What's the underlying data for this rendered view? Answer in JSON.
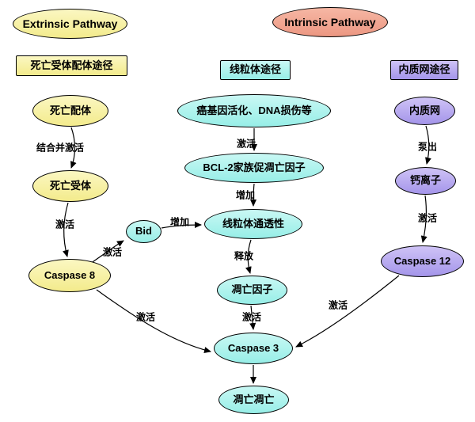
{
  "headers": {
    "extrinsic": "Extrinsic Pathway",
    "intrinsic": "Intrinsic Pathway"
  },
  "branch_titles": {
    "death_receptor_ligand": "死亡受体配体途径",
    "mitochondrial": "线粒体途径",
    "endoplasmic_reticulum": "内质网途径"
  },
  "nodes": {
    "death_ligand": "死亡配体",
    "death_receptor": "死亡受体",
    "caspase_8": "Caspase 8",
    "oncogene_dna_damage": "癌基因活化、DNA损伤等",
    "bcl2_factors": "BCL-2家族促凋亡因子",
    "mito_permeability": "线粒体通透性",
    "bid": "Bid",
    "apoptotic_factors": "凋亡因子",
    "caspase_3": "Caspase 3",
    "apoptosis": "凋亡凋亡",
    "er": "内质网",
    "calcium": "钙离子",
    "caspase_12": "Caspase 12"
  },
  "edge_labels": {
    "bind_and_activate": "结合并激活",
    "activate_receptor_caspase8": "激活",
    "activate_oncogene_bcl2": "激活",
    "increase_bcl2_mito": "增加",
    "release": "释放",
    "activate_factors_caspase3": "激活",
    "pump_out": "泵出",
    "activate_calcium_caspase12": "激活",
    "activate_caspase8_bid": "激活",
    "increase_bid_mito": "增加",
    "activate_caspase8_caspase3": "激活",
    "activate_caspase12_caspase3": "激活"
  },
  "colors": {
    "extrinsic_yellow": "#f3eb8c",
    "intrinsic_salmon": "#ec9782",
    "mitochondrial_cyan": "#97eee7",
    "er_purple": "#a495ea",
    "stroke": "#000000"
  }
}
